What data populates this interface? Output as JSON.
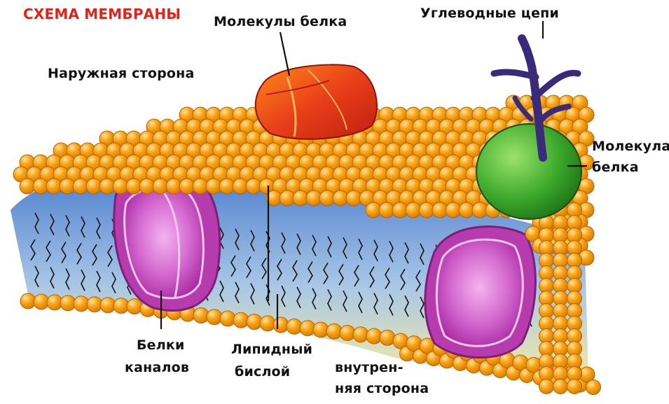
{
  "title": "СХЕМА МЕМБРАНЫ",
  "labels": {
    "protein_molecules": "Молекулы белка",
    "carbohydrate_chains": "Углеводные цепи",
    "outer_side": "Наружная сторона",
    "protein_molecule_line1": "Молекула",
    "protein_molecule_line2": "белка",
    "channel_proteins_line1": "Белки",
    "channel_proteins_line2": "каналов",
    "lipid_bilayer_line1": "Липидный",
    "lipid_bilayer_line2": "бислой",
    "inner_side_line1": "внутрен-",
    "inner_side_line2": "няя сторона"
  },
  "colors": {
    "title": "#e2231a",
    "lipid_head": "#f5a010",
    "lipid_head_highlight": "#ffd27a",
    "lipid_head_outline": "#c86f00",
    "bilayer_top": "#5a8fd6",
    "bilayer_bottom": "#f1e7a6",
    "channel_protein": "#c040b8",
    "channel_protein_inner": "#e08ae0",
    "surface_protein_red": "#e8401a",
    "surface_protein_green": "#3aa72a",
    "carbohydrate": "#3a2a7a"
  },
  "icons": [
    "lipid-head-icon",
    "channel-protein-icon",
    "surface-protein-icon",
    "carbohydrate-chain-icon"
  ]
}
